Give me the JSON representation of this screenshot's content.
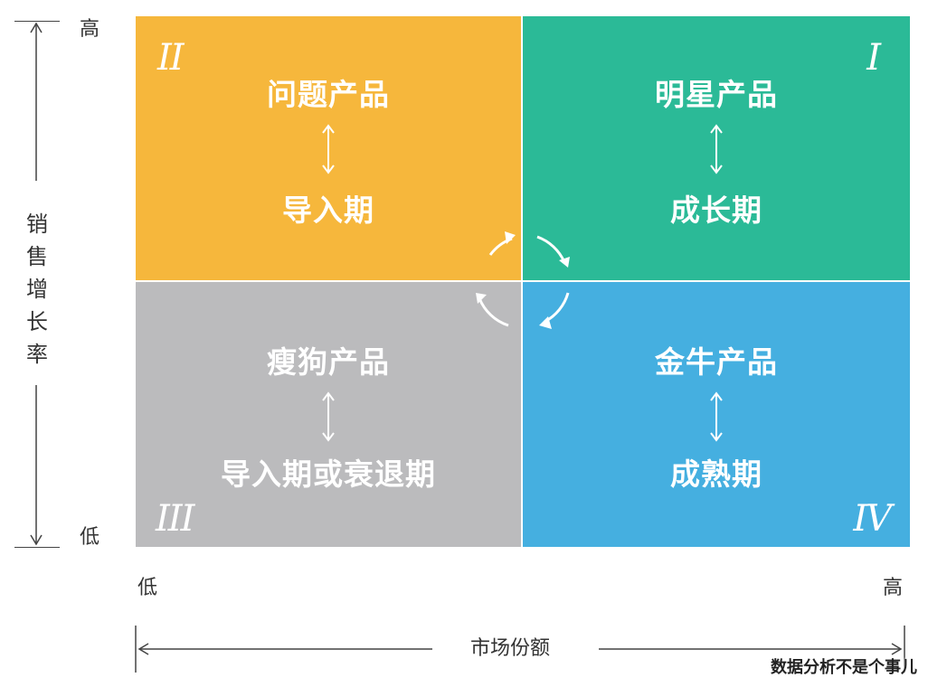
{
  "colors": {
    "quadrant_ii": "#f6b73c",
    "quadrant_i": "#2bba97",
    "quadrant_iii": "#bbbbbd",
    "quadrant_iv": "#45afe0",
    "axis": "#444444"
  },
  "y_axis": {
    "label": "销售增长率",
    "high": "高",
    "low": "低"
  },
  "x_axis": {
    "label": "市场份额",
    "low": "低",
    "high": "高"
  },
  "quadrants": {
    "ii": {
      "numeral": "II",
      "title": "问题产品",
      "stage": "导入期"
    },
    "i": {
      "numeral": "I",
      "title": "明星产品",
      "stage": "成长期"
    },
    "iii": {
      "numeral": "III",
      "title": "瘦狗产品",
      "stage": "导入期或衰退期"
    },
    "iv": {
      "numeral": "IV",
      "title": "金牛产品",
      "stage": "成熟期"
    }
  },
  "watermark": "数据分析不是个事儿"
}
